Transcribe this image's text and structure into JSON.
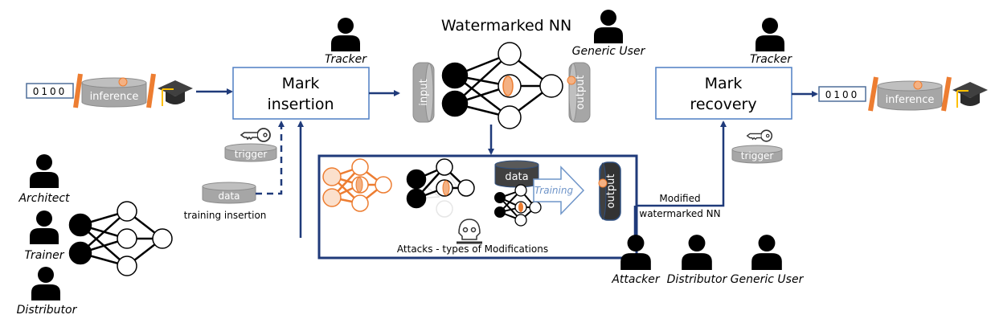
{
  "title": "Watermarked NN",
  "colors": {
    "navy": "#1f3a7a",
    "box_border": "#4f7fc4",
    "orange": "#ed7d31",
    "orange_light": "#f4b183",
    "gray_db": "#a6a6a6",
    "dark_db": "#404040",
    "gold": "#ffc000"
  },
  "left_output": {
    "bits": "0100",
    "db_label": "inference"
  },
  "right_output": {
    "bits": "0100",
    "db_label": "inference"
  },
  "mark_insertion": {
    "line1": "Mark",
    "line2": "insertion"
  },
  "mark_recovery": {
    "line1": "Mark",
    "line2": "recovery"
  },
  "roles": {
    "tracker_left": "Tracker",
    "tracker_right": "Tracker",
    "generic_user_top": "Generic User",
    "architect": "Architect",
    "trainer": "Trainer",
    "distributor_left": "Distributor",
    "attacker": "Attacker",
    "distributor_bottom": "Distributor",
    "generic_user_bottom": "Generic User"
  },
  "watermarked_nn": {
    "input_label": "input",
    "output_label": "output"
  },
  "left_inputs": {
    "trigger_label": "trigger",
    "data_label": "data",
    "caption": "training insertion"
  },
  "right_inputs": {
    "trigger_label": "trigger"
  },
  "attacks": {
    "data_label": "data",
    "training_label": "Training",
    "output_label": "output",
    "caption": "Attacks - types of Modifications"
  },
  "modified_label": {
    "line1": "Modified",
    "line2": "watermarked NN"
  }
}
